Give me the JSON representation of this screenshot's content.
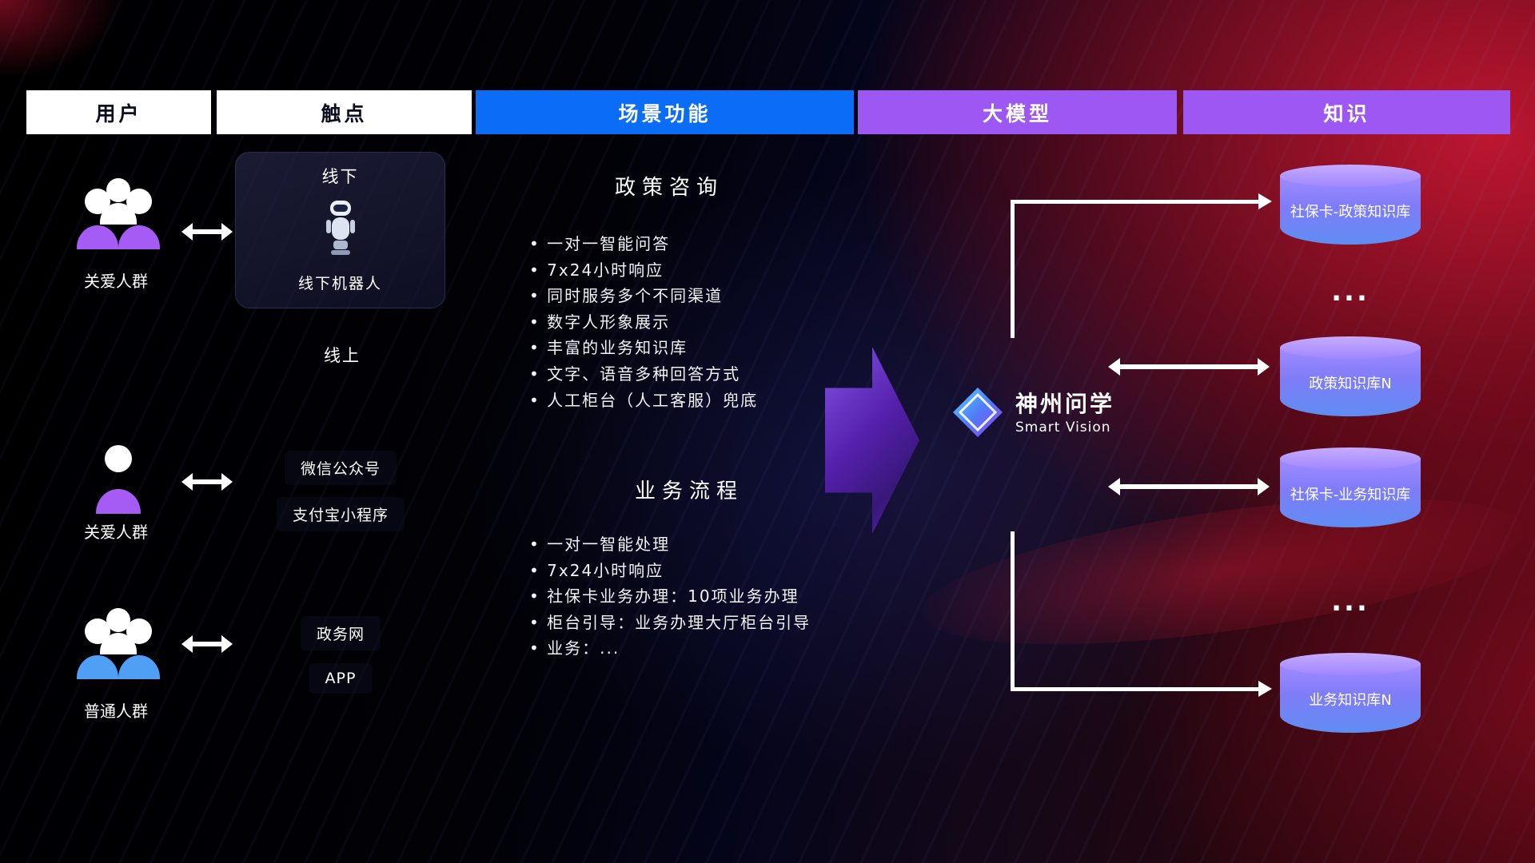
{
  "colors": {
    "header_blue": "#0b6df6",
    "header_purple": "#9d57f2",
    "cylinder_purple": "#9f86ff",
    "cylinder_blue": "#5f8df2",
    "people_purple": "#a55cf5",
    "people_blue": "#4f9ff5",
    "arrow_white": "#ffffff",
    "background_red": "#c81432"
  },
  "headers": [
    {
      "label": "用户"
    },
    {
      "label": "触点"
    },
    {
      "label": "场景功能"
    },
    {
      "label": "大模型"
    },
    {
      "label": "知识"
    }
  ],
  "users": [
    {
      "label": "关爱人群"
    },
    {
      "label": "关爱人群"
    },
    {
      "label": "普通人群"
    }
  ],
  "touchpoints": {
    "offline_title": "线下",
    "offline_robot_label": "线下机器人",
    "online_label": "线上",
    "channels": [
      "微信公众号",
      "支付宝小程序",
      "政务网",
      "APP"
    ]
  },
  "scenarios": [
    {
      "title": "政策咨询",
      "items": [
        "一对一智能问答",
        "7x24小时响应",
        "同时服务多个不同渠道",
        "数字人形象展示",
        "丰富的业务知识库",
        "文字、语音多种回答方式",
        "人工柜台（人工客服）兜底"
      ]
    },
    {
      "title": "业务流程",
      "items": [
        "一对一智能处理",
        "7x24小时响应",
        "社保卡业务办理：10项业务办理",
        "柜台引导：业务办理大厅柜台引导",
        "业务：..."
      ]
    }
  ],
  "model": {
    "name": "神州问学",
    "subtitle": "Smart Vision"
  },
  "knowledge": {
    "ellipsis": "...",
    "databases": [
      {
        "label": "社保卡-政策知识库"
      },
      {
        "label": "政策知识库N"
      },
      {
        "label": "社保卡-业务知识库"
      },
      {
        "label": "业务知识库N"
      }
    ]
  }
}
